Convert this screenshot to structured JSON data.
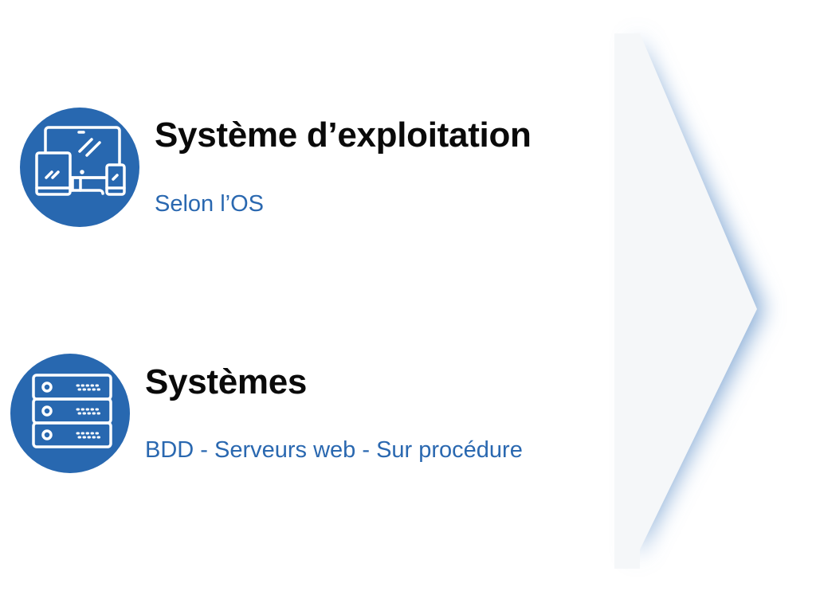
{
  "items": [
    {
      "title": "Système d’exploitation",
      "subtitle": "Selon l’OS",
      "icon": "devices-icon"
    },
    {
      "title": "Systèmes",
      "subtitle": "BDD - Serveurs web - Sur procédure",
      "icon": "server-icon"
    }
  ],
  "colors": {
    "accent": "#2868b0",
    "panel": "#f5f7f9",
    "text": "#0a0a0a"
  }
}
